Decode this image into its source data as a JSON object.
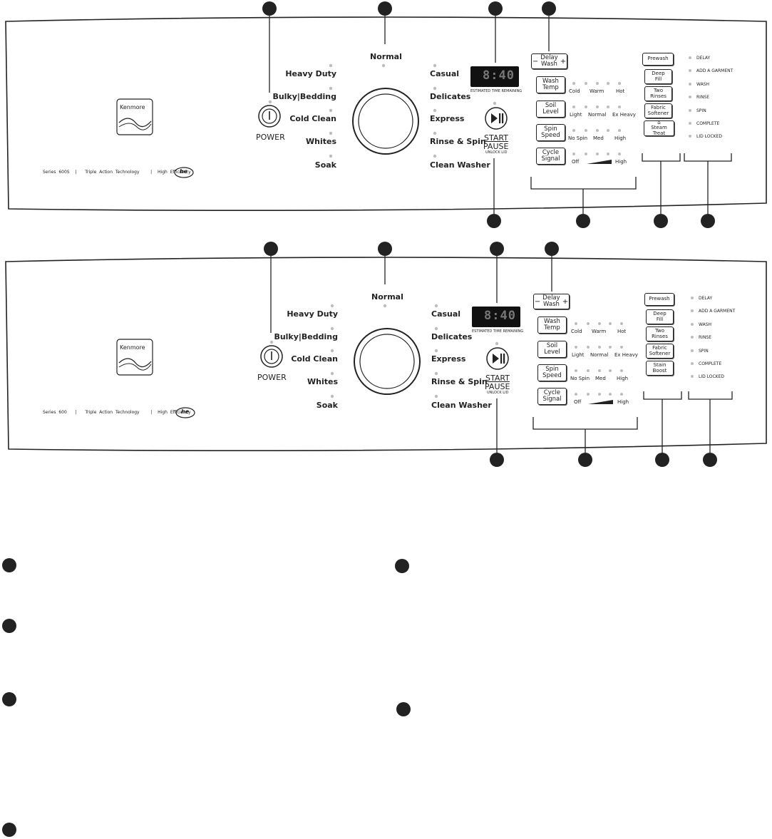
{
  "panels": [
    {
      "id": "top",
      "brand": "Kenmore",
      "series_line": [
        "Series 600S",
        "|",
        "Triple Action Technology",
        "|",
        "High Efficiency"
      ],
      "he_logo": "he",
      "power_label": "POWER",
      "cycles_left": [
        "Heavy Duty",
        "Bulky|Bedding",
        "Cold Clean",
        "Whites",
        "Soak"
      ],
      "cycle_top": "Normal",
      "cycles_right": [
        "Casual",
        "Delicates",
        "Express",
        "Rinse & Spin",
        "Clean Washer"
      ],
      "display_text": "8:40",
      "display_caption": "ESTIMATED TIME REMAINING",
      "start_label": "START",
      "pause_label": "PAUSE",
      "unlock_label": "UNLOCK LID",
      "delay_wash": [
        "Delay",
        "Wash"
      ],
      "settings": [
        {
          "button": [
            "Wash",
            "Temp"
          ],
          "options": [
            "Cold",
            "Warm",
            "Hot"
          ]
        },
        {
          "button": [
            "Soil",
            "Level"
          ],
          "options": [
            "Light",
            "Normal",
            "Ex Heavy"
          ]
        },
        {
          "button": [
            "Spin",
            "Speed"
          ],
          "options": [
            "No Spin",
            "Med",
            "High"
          ]
        },
        {
          "button": [
            "Cycle",
            "Signal"
          ],
          "options": [
            "Off",
            "High"
          ]
        }
      ],
      "option_buttons": [
        [
          "Prewash"
        ],
        [
          "Deep",
          "Fill"
        ],
        [
          "Two",
          "Rinses"
        ],
        [
          "Fabric",
          "Softener"
        ],
        [
          "Steam Treat"
        ]
      ],
      "status": [
        "DELAY",
        "ADD A GARMENT",
        "WASH",
        "RINSE",
        "SPIN",
        "COMPLETE",
        "LID LOCKED"
      ]
    },
    {
      "id": "bottom",
      "brand": "Kenmore",
      "series_line": [
        "Series 600",
        "|",
        "Triple Action Technology",
        "|",
        "High Efficiency"
      ],
      "he_logo": "he",
      "power_label": "POWER",
      "cycles_left": [
        "Heavy Duty",
        "Bulky|Bedding",
        "Cold Clean",
        "Whites",
        "Soak"
      ],
      "cycle_top": "Normal",
      "cycles_right": [
        "Casual",
        "Delicates",
        "Express",
        "Rinse & Spin",
        "Clean Washer"
      ],
      "display_text": "8:40",
      "display_caption": "ESTIMATED TIME REMAINING",
      "start_label": "START",
      "pause_label": "PAUSE",
      "unlock_label": "UNLOCK LID",
      "delay_wash": [
        "Delay",
        "Wash"
      ],
      "settings": [
        {
          "button": [
            "Wash",
            "Temp"
          ],
          "options": [
            "Cold",
            "Warm",
            "Hot"
          ]
        },
        {
          "button": [
            "Soil",
            "Level"
          ],
          "options": [
            "Light",
            "Normal",
            "Ex Heavy"
          ]
        },
        {
          "button": [
            "Spin",
            "Speed"
          ],
          "options": [
            "No Spin",
            "Med",
            "High"
          ]
        },
        {
          "button": [
            "Cycle",
            "Signal"
          ],
          "options": [
            "Off",
            "High"
          ]
        }
      ],
      "option_buttons": [
        [
          "Prewash"
        ],
        [
          "Deep",
          "Fill"
        ],
        [
          "Two",
          "Rinses"
        ],
        [
          "Fabric",
          "Softener"
        ],
        [
          "Stain",
          "Boost"
        ]
      ],
      "status": [
        "DELAY",
        "ADD A GARMENT",
        "WASH",
        "RINSE",
        "SPIN",
        "COMPLETE",
        "LID LOCKED"
      ]
    }
  ],
  "colors": {
    "ink": "#222222",
    "dot": "#bdbdbd",
    "display": "#111111",
    "callout": "#222222"
  }
}
